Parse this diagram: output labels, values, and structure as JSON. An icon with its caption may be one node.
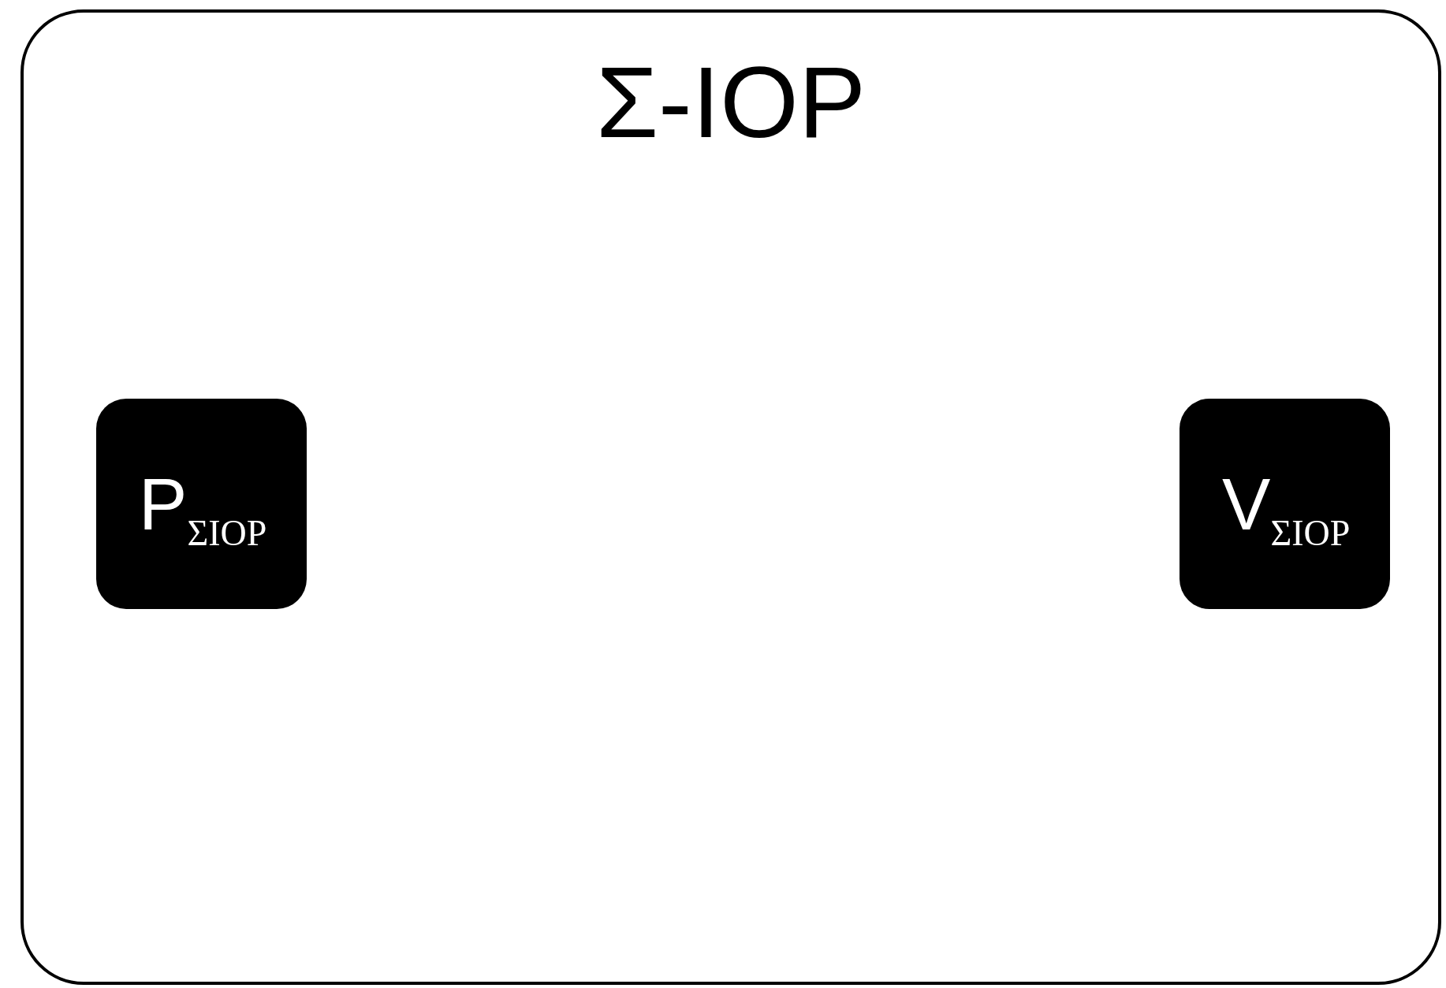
{
  "diagram": {
    "nodes": [
      {
        "text": [
          "Σ-IOP"
        ]
      },
      {
        "text": [
          "P$_{ΣIOP}$"
        ],
        "in": 0
      },
      {
        "text": [
          "V$_{ΣIOP}$"
        ],
        "in": 0
      }
    ]
  }
}
